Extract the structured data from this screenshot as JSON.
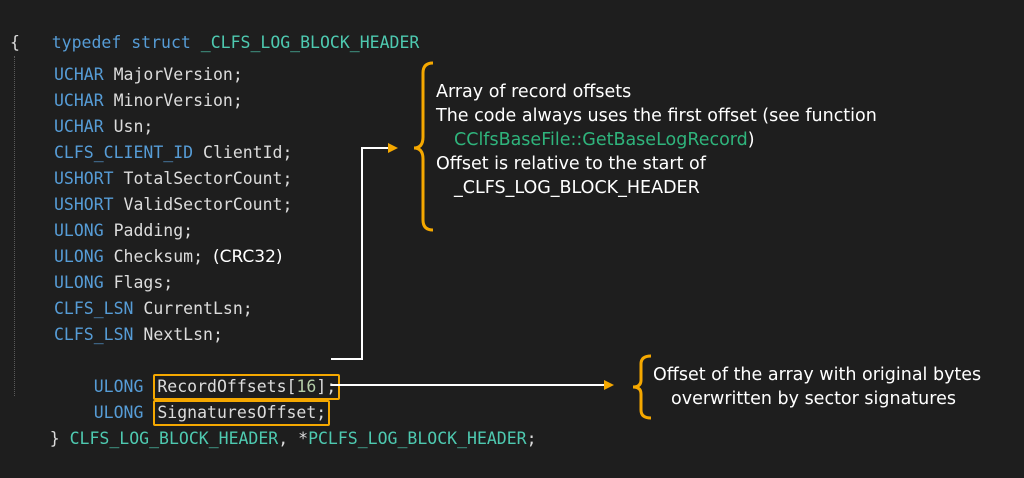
{
  "code": {
    "header": {
      "kw1": "typedef",
      "kw2": "struct",
      "name": "_CLFS_LOG_BLOCK_HEADER"
    },
    "open_brace": "{",
    "fields": [
      {
        "type": "UCHAR",
        "name": "MajorVersion;"
      },
      {
        "type": "UCHAR",
        "name": "MinorVersion;"
      },
      {
        "type": "UCHAR",
        "name": "Usn;"
      },
      {
        "type": "CLFS_CLIENT_ID",
        "name": "ClientId;"
      },
      {
        "type": "USHORT",
        "name": "TotalSectorCount;"
      },
      {
        "type": "USHORT",
        "name": "ValidSectorCount;"
      },
      {
        "type": "ULONG",
        "name": "Padding;"
      },
      {
        "type": "ULONG",
        "name": "Checksum;",
        "note": "(CRC32)"
      },
      {
        "type": "ULONG",
        "name": "Flags;"
      },
      {
        "type": "CLFS_LSN",
        "name": "CurrentLsn;"
      },
      {
        "type": "CLFS_LSN",
        "name": "NextLsn;"
      }
    ],
    "record_offsets": {
      "type": "ULONG",
      "name": "RecordOffsets",
      "lbracket": "[",
      "size": "16",
      "rbracket": "]",
      "semi": ";"
    },
    "signatures_offset": {
      "type": "ULONG",
      "name": "SignaturesOffset;"
    },
    "closing": {
      "brace": "}",
      "name1": "CLFS_LOG_BLOCK_HEADER",
      "sep": ", *",
      "name2": "PCLFS_LOG_BLOCK_HEADER",
      "semi": ";"
    }
  },
  "annotations": {
    "record_offsets": {
      "line1": "Array of record offsets",
      "line2": "The code always uses the first offset (see function",
      "line3_func": "CClfsBaseFile::GetBaseLogRecord",
      "line3_close": ")",
      "line4": "Offset is relative to the start of",
      "line5": "_CLFS_LOG_BLOCK_HEADER"
    },
    "signatures_offset": {
      "line1": "Offset of the array with original bytes",
      "line2": "overwritten by sector signatures"
    }
  },
  "colors": {
    "background": "#1e1e1e",
    "keyword": "#569cd6",
    "type": "#4ec9b0",
    "highlight": "#f5a800",
    "function_link": "#2fb47c"
  }
}
